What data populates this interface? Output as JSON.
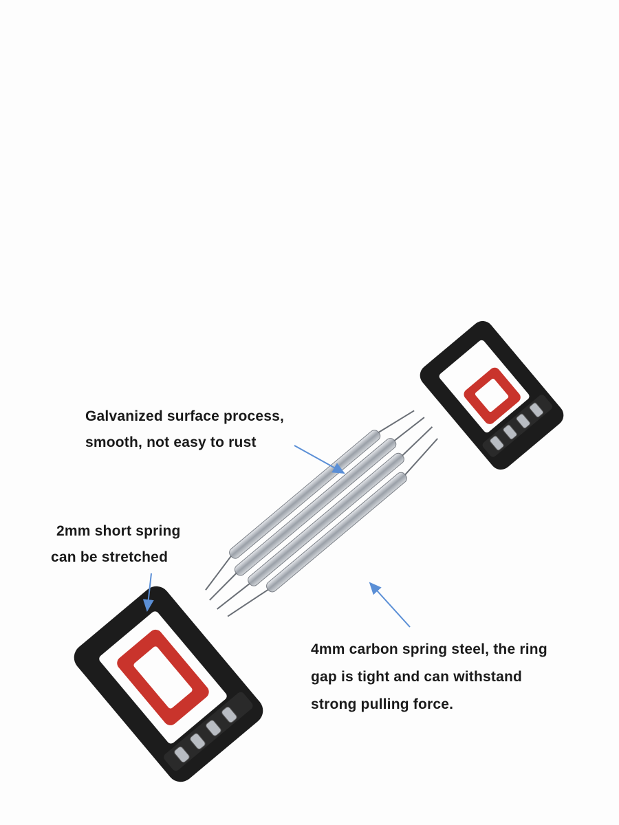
{
  "annotations": {
    "galvanized": [
      "Galvanized surface process,",
      "smooth, not easy to rust"
    ],
    "short_spring": [
      "2mm short spring",
      "can be stretched"
    ],
    "carbon_steel": [
      "4mm carbon spring steel, the ring",
      "gap is tight and can withstand",
      "strong pulling force."
    ]
  },
  "colors": {
    "arrow": "#5b8fd6",
    "handle_black": "#1c1c1c",
    "grip_red": "#c9342c",
    "spring": "#b8bcc2"
  }
}
